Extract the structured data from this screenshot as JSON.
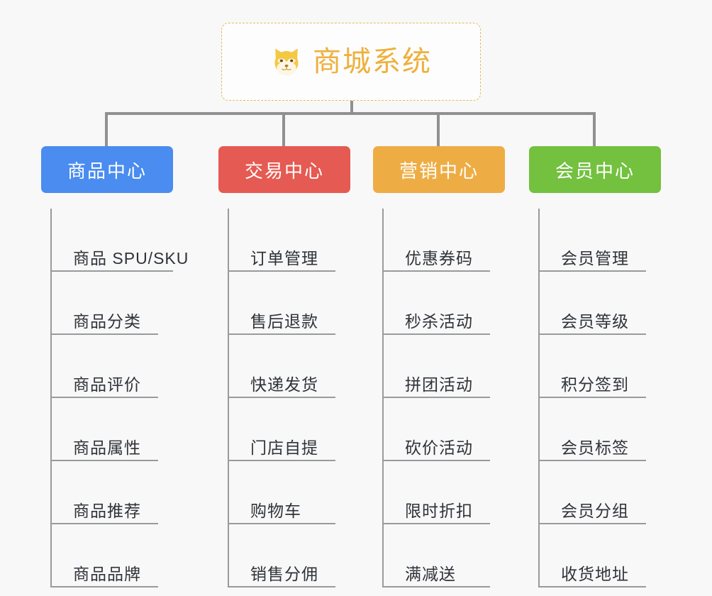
{
  "background_color": "#f8f8f8",
  "root": {
    "title": "商城系统",
    "icon": "shiba-dog-face-icon",
    "text_color": "#eeb03c",
    "border_color": "#e8b95a"
  },
  "connector_color": "#909090",
  "leaf_line_color": "#9a9a9a",
  "leaf_text_color": "#2f3338",
  "columns": [
    {
      "header": "商品中心",
      "color": "#4a8cf0",
      "items": [
        "商品 SPU/SKU",
        "商品分类",
        "商品评价",
        "商品属性",
        "商品推荐",
        "商品品牌"
      ]
    },
    {
      "header": "交易中心",
      "color": "#e55a52",
      "items": [
        "订单管理",
        "售后退款",
        "快递发货",
        "门店自提",
        "购物车",
        "销售分佣"
      ]
    },
    {
      "header": "营销中心",
      "color": "#eead44",
      "items": [
        "优惠券码",
        "秒杀活动",
        "拼团活动",
        "砍价活动",
        "限时折扣",
        "满减送"
      ]
    },
    {
      "header": "会员中心",
      "color": "#73c13f",
      "items": [
        "会员管理",
        "会员等级",
        "积分签到",
        "会员标签",
        "会员分组",
        "收货地址"
      ]
    }
  ]
}
